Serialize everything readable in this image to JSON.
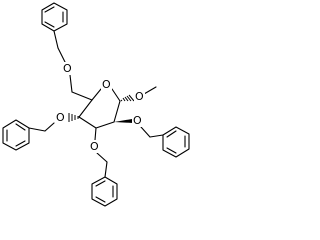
{
  "molecule": {
    "atoms": {
      "o_ring": "O",
      "o_methoxy": "O",
      "o_c6": "O",
      "o_c4": "O",
      "o_c3": "O",
      "o_c2": "O"
    },
    "colors": {
      "bond": "#000000",
      "text": "#000000",
      "background": "#ffffff"
    }
  }
}
